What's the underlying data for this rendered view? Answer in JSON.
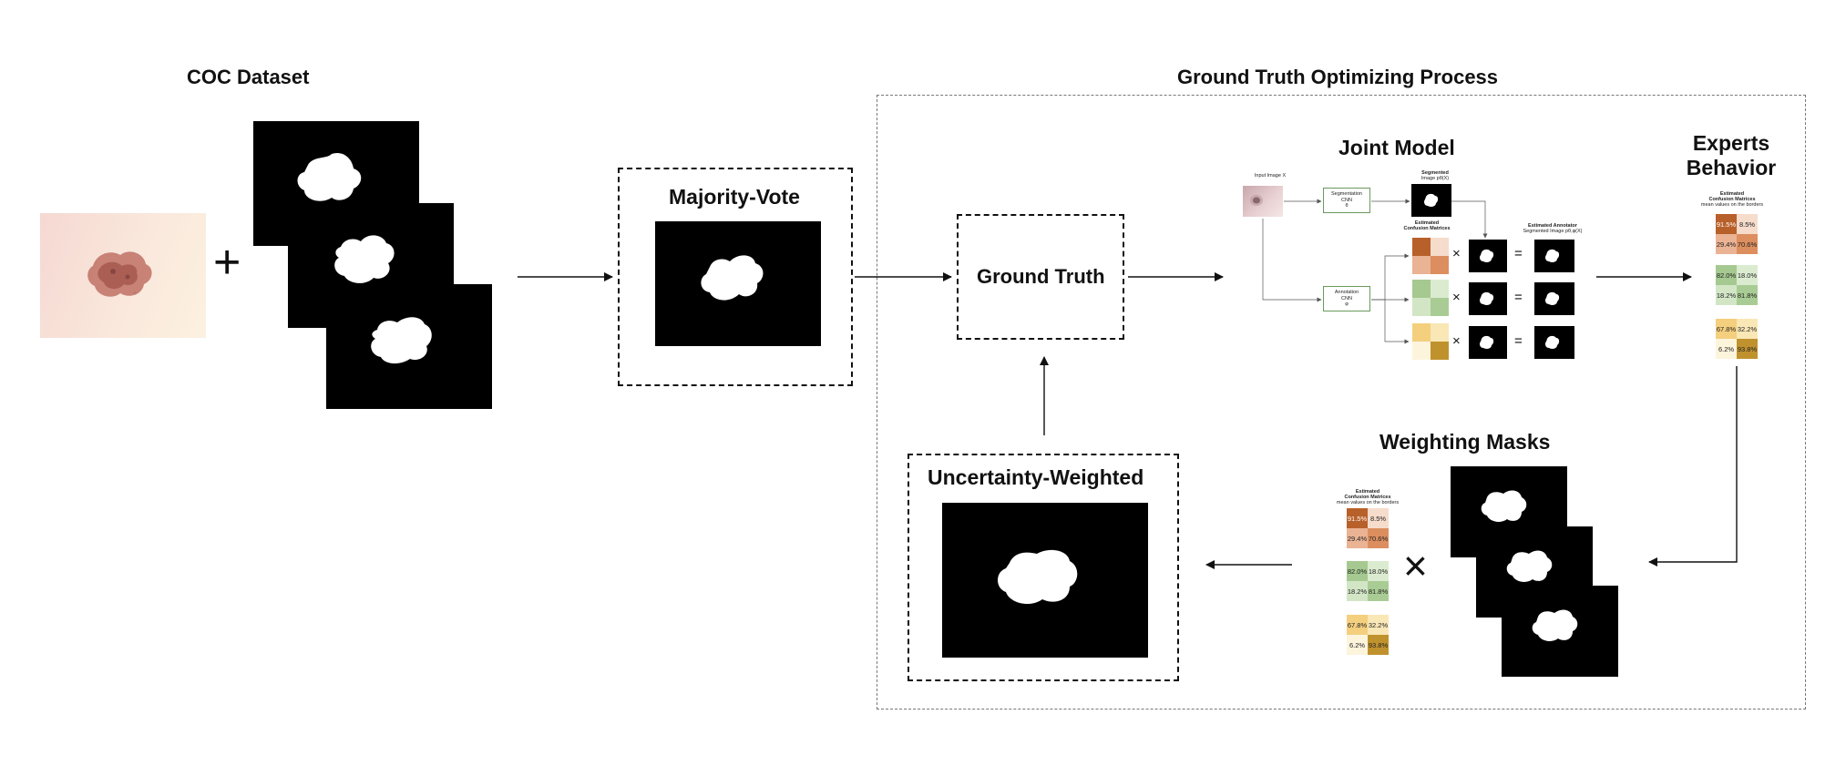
{
  "titles": {
    "coc_dataset": "COC Dataset",
    "majority_vote": "Majority-Vote",
    "ground_truth": "Ground Truth",
    "gt_optimizing": "Ground Truth Optimizing Process",
    "joint_model": "Joint Model",
    "experts_behavior_1": "Experts",
    "experts_behavior_2": "Behavior",
    "weighting_masks": "Weighting Masks",
    "uncertainty_weighted": "Uncertainty-Weighted"
  },
  "operators": {
    "plus": "+",
    "times": "×",
    "equals": "="
  },
  "joint_model": {
    "input_label": "Input Image X",
    "seg_cnn": [
      "Segmentation",
      "CNN",
      "θ"
    ],
    "ann_cnn": [
      "Annotation",
      "CNN",
      "φ"
    ],
    "segmented_label": [
      "Segmented",
      "Image pθ(X)"
    ],
    "est_cm_label": [
      "Estimated",
      "Confusion Matrices"
    ],
    "est_ann_label": [
      "Estimated Annotator",
      "Segmented Image pθ,φ(X)"
    ]
  },
  "confusion_header": [
    "Estimated",
    "Confusion Matrices",
    "mean values on the borders"
  ],
  "confusion_matrices": [
    {
      "expert": 1,
      "cells": [
        "91.5%",
        "8.5%",
        "29.4%",
        "70.6%"
      ],
      "colors": [
        "#b8602a",
        "#f6dccb",
        "#eab394",
        "#dc8e5f"
      ]
    },
    {
      "expert": 2,
      "cells": [
        "82.0%",
        "18.0%",
        "18.2%",
        "81.8%"
      ],
      "colors": [
        "#a5c990",
        "#dbebd0",
        "#d2e6c6",
        "#a9cc94"
      ]
    },
    {
      "expert": 3,
      "cells": [
        "67.8%",
        "32.2%",
        "6.2%",
        "93.8%"
      ],
      "colors": [
        "#f4cf7e",
        "#f9e7b6",
        "#fdf4dc",
        "#c0922e"
      ]
    }
  ]
}
